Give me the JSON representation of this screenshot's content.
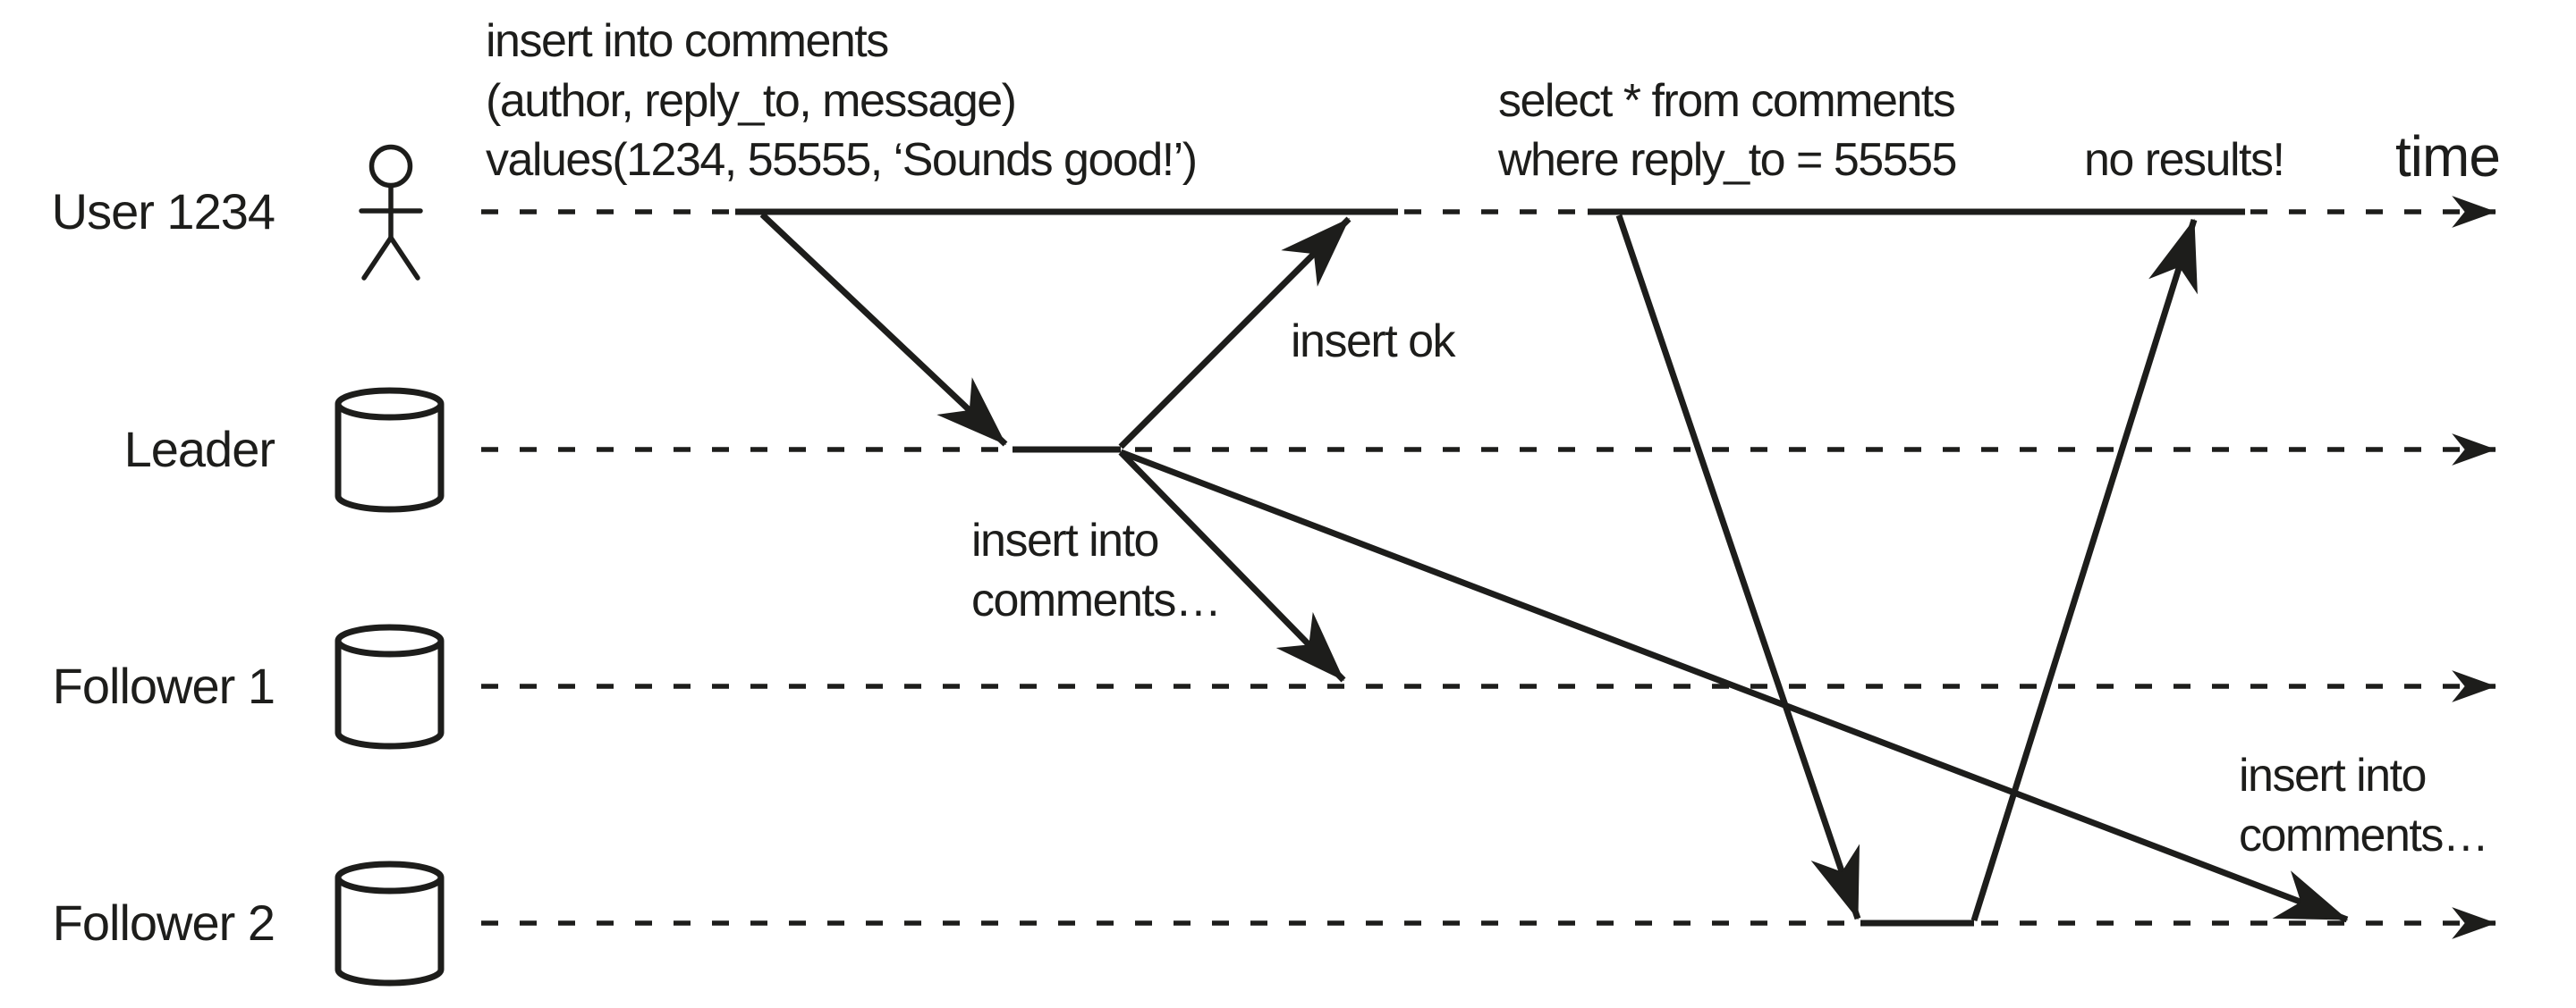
{
  "figure": {
    "background": "#ffffff",
    "ink": "#1d1d1b",
    "time_axis_label": "time"
  },
  "lanes": [
    {
      "label": "User 1234",
      "icon": "person"
    },
    {
      "label": "Leader",
      "icon": "database"
    },
    {
      "label": "Follower 1",
      "icon": "database"
    },
    {
      "label": "Follower 2",
      "icon": "database"
    }
  ],
  "annotations": {
    "insert_query_line1": "insert into comments",
    "insert_query_line2": "(author, reply_to, message)",
    "insert_query_line3": "values(1234, 55555, ‘Sounds good!’)",
    "insert_ok": "insert ok",
    "replicate_left_line1": "insert into",
    "replicate_left_line2": "comments…",
    "select_query_line1": "select * from comments",
    "select_query_line2": "where reply_to = 55555",
    "no_results": "no results!",
    "replicate_right_line1": "insert into",
    "replicate_right_line2": "comments…"
  }
}
